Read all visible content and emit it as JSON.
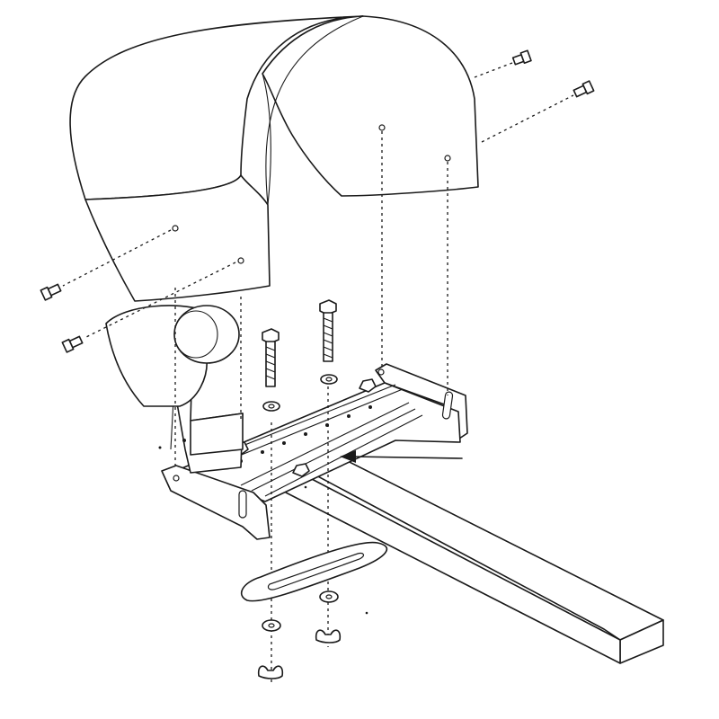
{
  "diagram": {
    "kind": "exploded-assembly-drawing",
    "colors": {
      "line": "#1a1a1a",
      "background": "#ffffff"
    },
    "parts": [
      "hood-cover",
      "mounting-screw",
      "roller-drum",
      "upright-bracket",
      "carriage-bolt",
      "washer",
      "slotted-mounting-bracket",
      "wooden-bar",
      "slotted-clamp-plate",
      "wing-nut"
    ]
  }
}
